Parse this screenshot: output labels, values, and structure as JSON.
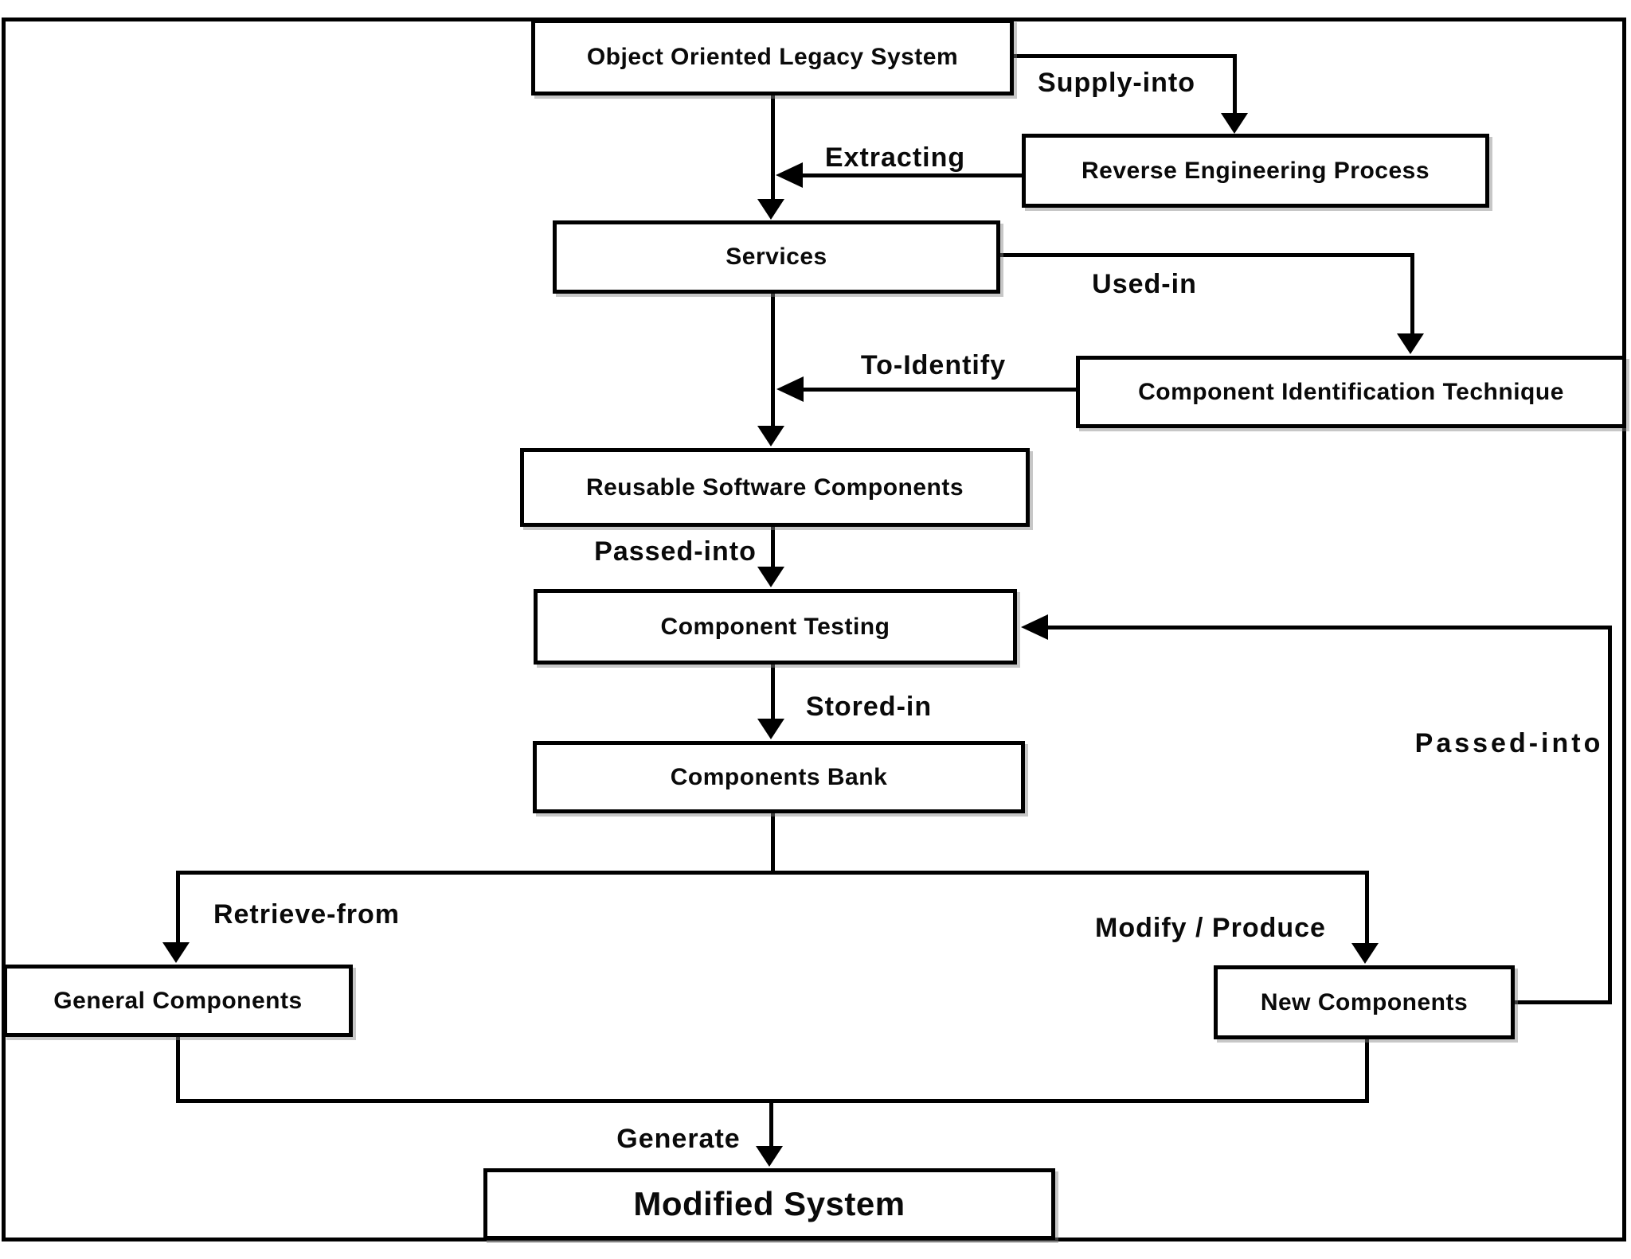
{
  "diagram": {
    "title": "Object Oriented Legacy System Reengineering Flow",
    "colors": {
      "line": "#000000",
      "background": "#ffffff",
      "box_fill": "#ffffff",
      "text": "#0a0a0a"
    },
    "nodes": {
      "legacy": {
        "label": "Object Oriented Legacy System"
      },
      "reveng": {
        "label": "Reverse Engineering Process"
      },
      "services": {
        "label": "Services"
      },
      "cit": {
        "label": "Component Identification Technique"
      },
      "reusable": {
        "label": "Reusable Software Components"
      },
      "testing": {
        "label": "Component Testing"
      },
      "bank": {
        "label": "Components Bank"
      },
      "general": {
        "label": "General Components"
      },
      "newcomp": {
        "label": "New Components"
      },
      "modified": {
        "label": "Modified System"
      }
    },
    "edge_labels": {
      "supply_into": "Supply-into",
      "extracting": "Extracting",
      "used_in": "Used-in",
      "to_identify": "To-Identify",
      "passed_into_left": "Passed-into",
      "stored_in": "Stored-in",
      "passed_into_right": "Passed-into",
      "retrieve_from": "Retrieve-from",
      "modify_produce": "Modify / Produce",
      "generate": "Generate"
    }
  }
}
